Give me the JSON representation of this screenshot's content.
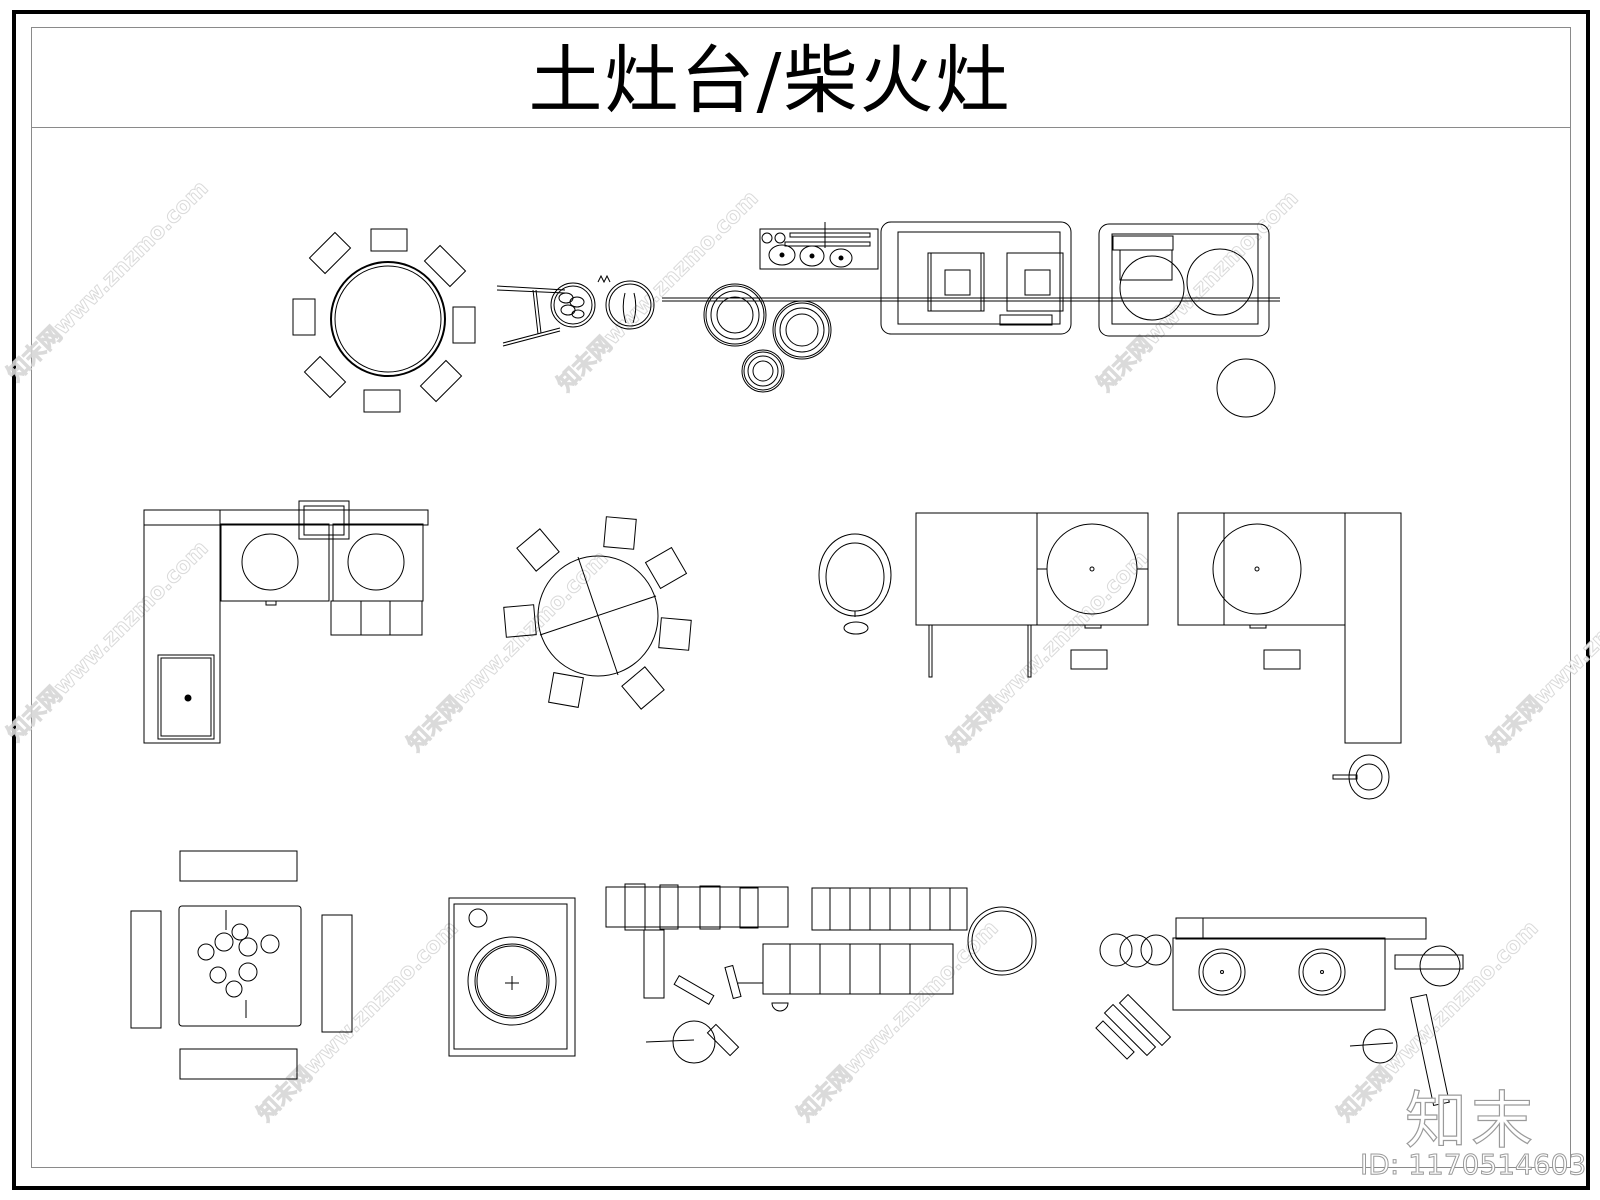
{
  "title": "土灶台/柴火灶",
  "watermark": {
    "brand": "知末",
    "id_label": "ID: 1170514603",
    "diagonal_text": "知末网www.znzmo.com"
  },
  "colors": {
    "frame": "#000000",
    "inner_frame": "#8a8a8a",
    "linework": "#000000",
    "watermark": "#9a9a9a"
  },
  "blocks": [
    {
      "name": "round-dining-table-8-seats",
      "row": 1
    },
    {
      "name": "wheelbarrow-with-baskets",
      "row": 1
    },
    {
      "name": "three-burner-stove-plan",
      "row": 1
    },
    {
      "name": "round-stools-cluster",
      "row": 1
    },
    {
      "name": "earthen-stove-long-counter",
      "row": 1
    },
    {
      "name": "round-stool",
      "row": 1
    },
    {
      "name": "l-shaped-double-wok-stove",
      "row": 2
    },
    {
      "name": "round-table-7-chairs",
      "row": 2
    },
    {
      "name": "round-mirror-stool",
      "row": 2
    },
    {
      "name": "single-wok-stove-left",
      "row": 2
    },
    {
      "name": "single-wok-stove-l-shaped",
      "row": 2
    },
    {
      "name": "bucket-with-ladle",
      "row": 2
    },
    {
      "name": "square-table-4-benches",
      "row": 3
    },
    {
      "name": "single-wok-square-stove",
      "row": 3
    },
    {
      "name": "firewood-stack",
      "row": 3
    },
    {
      "name": "double-wok-stove-with-firewood",
      "row": 3
    }
  ]
}
